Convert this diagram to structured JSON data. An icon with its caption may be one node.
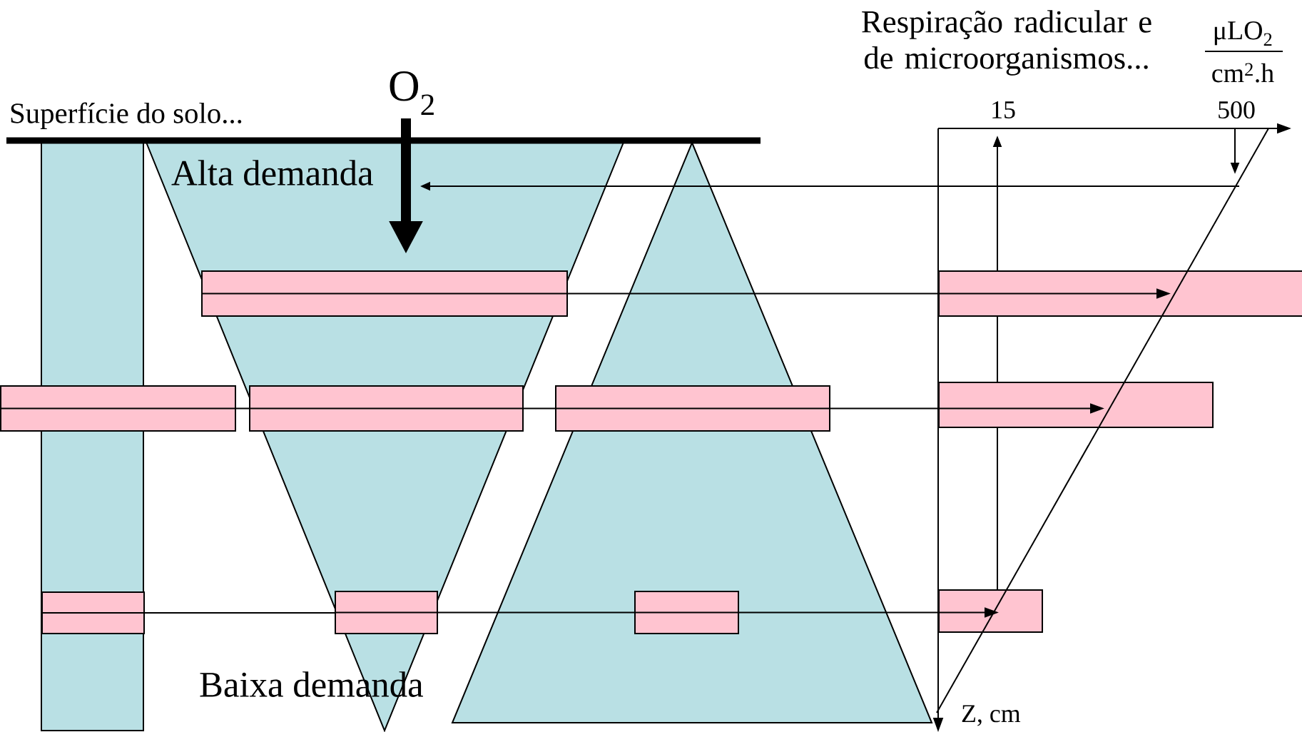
{
  "diagram": {
    "nodes": [
      {
        "text": [],
        "shape": "box"
      },
      {
        "text": [],
        "shape": "box"
      },
      {
        "text": [],
        "shape": "box"
      },
      {
        "text": [],
        "shape": "box"
      },
      {
        "text": [],
        "shape": "box"
      },
      {
        "text": [],
        "shape": "box"
      },
      {
        "text": [],
        "shape": "box"
      },
      {
        "text": [],
        "shape": "box"
      },
      {
        "text": [],
        "shape": "box"
      },
      {
        "text": [],
        "shape": "box"
      }
    ],
    "edges": [
      {
        "from": 0,
        "to": 1,
        "arrow": "to"
      },
      {
        "from": 2,
        "to": 3,
        "arrow": "none"
      },
      {
        "from": 3,
        "to": 4,
        "arrow": "none"
      },
      {
        "from": 4,
        "to": 5,
        "arrow": "to"
      },
      {
        "from": 6,
        "to": 7,
        "arrow": "none"
      },
      {
        "from": 7,
        "to": 8,
        "arrow": "none"
      },
      {
        "from": 8,
        "to": 9,
        "arrow": "to"
      }
    ],
    "labels": [
      "Superfície do solo...",
      "O$_{2}$",
      "Alta demanda",
      "Baixa demanda",
      "Respiração radicular e de microorganismos...",
      "μLO$_{2}$",
      "cm$^{2}$.h",
      "15",
      "500",
      "Z, cm"
    ]
  }
}
